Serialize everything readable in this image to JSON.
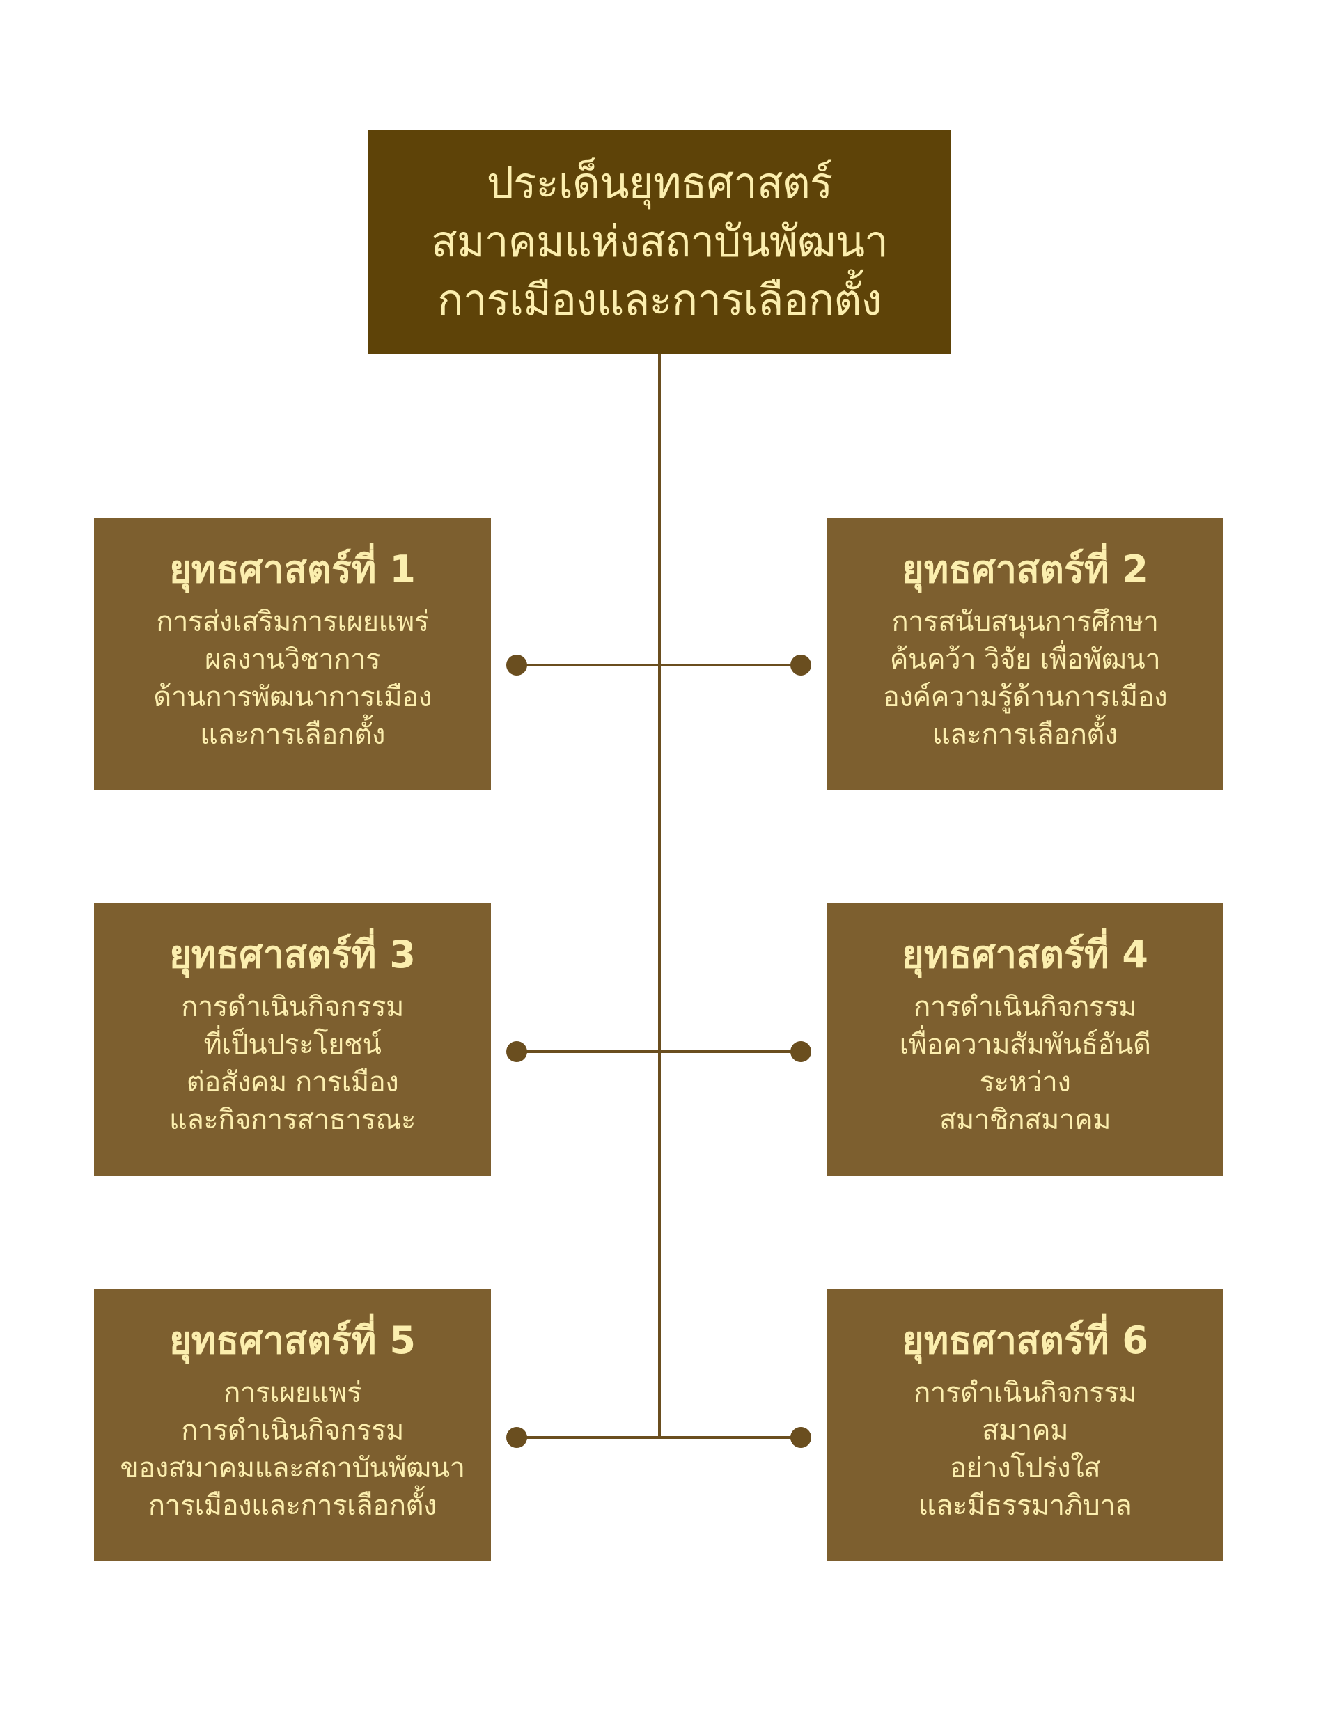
{
  "colors": {
    "title_box": "#5e4308",
    "strategy_box": "#7d5f2f",
    "connector": "#6a4e1f",
    "text": "#fbeeae"
  },
  "title": {
    "lines": [
      "ประเด็นยุทธศาสตร์",
      "สมาคมแห่งสถาบันพัฒนา",
      "การเมืองและการเลือกตั้ง"
    ]
  },
  "strategies": [
    {
      "heading": "ยุทธศาสตร์ที่ 1",
      "lines": [
        "การส่งเสริมการเผยแพร่",
        "ผลงานวิชาการ",
        "ด้านการพัฒนาการเมือง",
        "และการเลือกตั้ง"
      ]
    },
    {
      "heading": "ยุทธศาสตร์ที่ 2",
      "lines": [
        "การสนับสนุนการศึกษา",
        "ค้นคว้า วิจัย เพื่อพัฒนา",
        "องค์ความรู้ด้านการเมือง",
        "และการเลือกตั้ง"
      ]
    },
    {
      "heading": "ยุทธศาสตร์ที่ 3",
      "lines": [
        "การดำเนินกิจกรรม",
        "ที่เป็นประโยชน์",
        "ต่อสังคม การเมือง",
        "และกิจการสาธารณะ"
      ]
    },
    {
      "heading": "ยุทธศาสตร์ที่ 4",
      "lines": [
        "การดำเนินกิจกรรม",
        "เพื่อความสัมพันธ์อันดี",
        "ระหว่าง",
        "สมาชิกสมาคม"
      ]
    },
    {
      "heading": "ยุทธศาสตร์ที่ 5",
      "lines": [
        "การเผยแพร่",
        "การดำเนินกิจกรรม",
        "ของสมาคมและสถาบันพัฒนา",
        "การเมืองและการเลือกตั้ง"
      ]
    },
    {
      "heading": "ยุทธศาสตร์ที่ 6",
      "lines": [
        "การดำเนินกิจกรรม",
        "สมาคม",
        "อย่างโปร่งใส",
        "และมีธรรมาภิบาล"
      ]
    }
  ]
}
